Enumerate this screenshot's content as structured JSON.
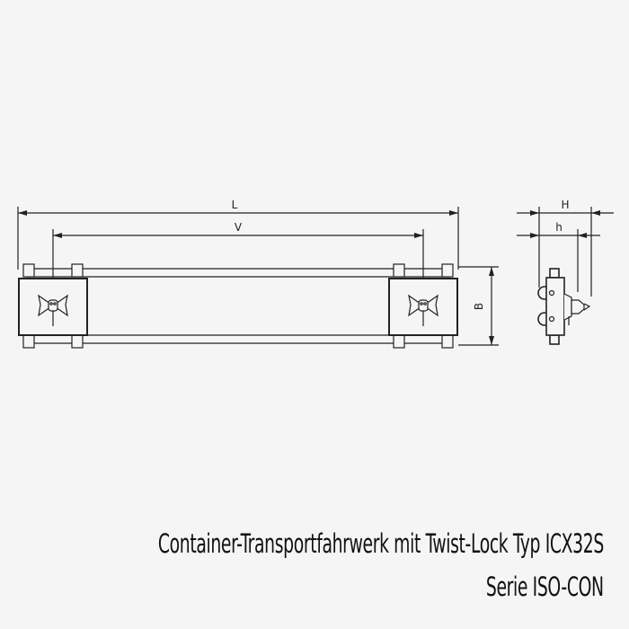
{
  "drawing": {
    "dimensions": {
      "length_label": "L",
      "wheelbase_label": "V",
      "width_label": "B",
      "height_label": "H",
      "inner_height_label": "h"
    },
    "views": [
      "top-view",
      "side-view"
    ],
    "colors": {
      "background": "#f5f5f5",
      "line": "#222222"
    }
  },
  "caption": {
    "title": "Container-Transportfahrwerk mit Twist-Lock Typ ICX32S",
    "series": "Serie ISO-CON"
  }
}
